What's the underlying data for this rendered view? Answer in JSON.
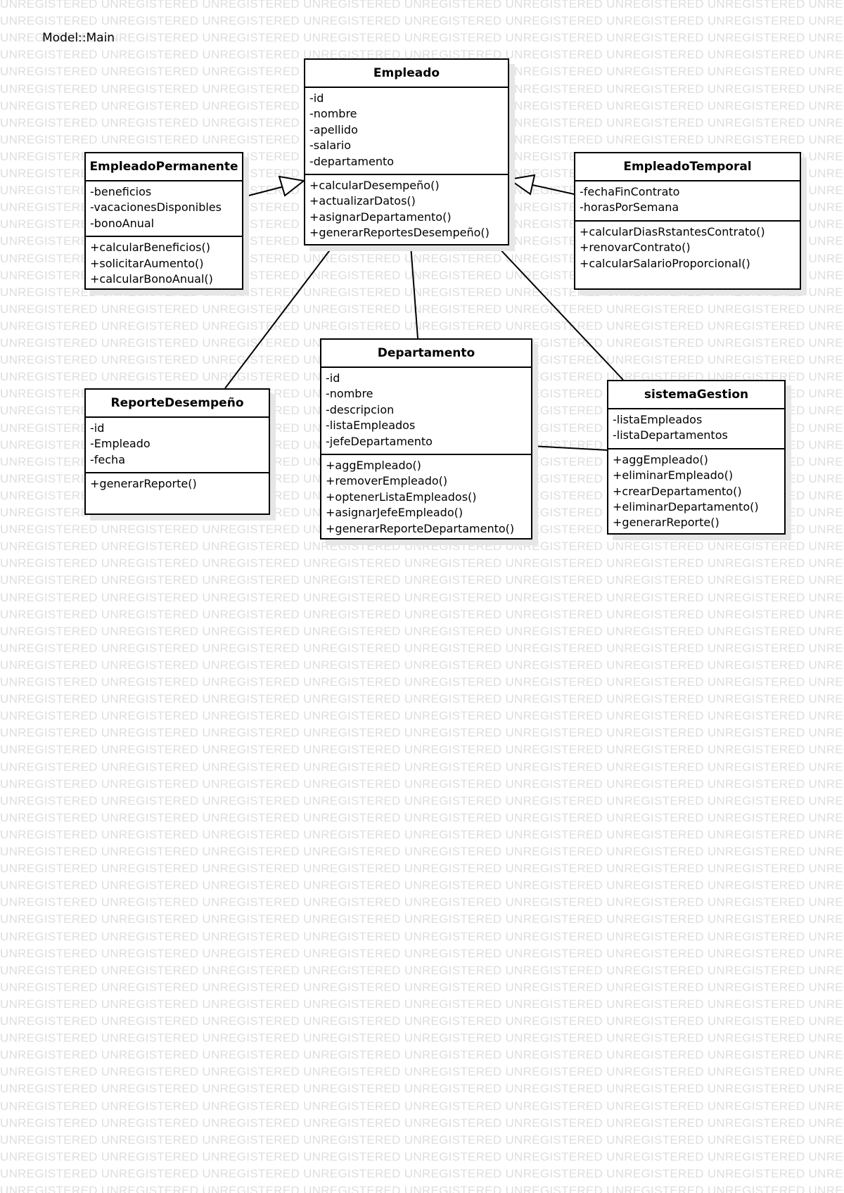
{
  "watermark": "UNREGISTERED",
  "model_title": "Model::Main",
  "classes": {
    "empleado": {
      "name": "Empleado",
      "attributes": [
        "-id",
        "-nombre",
        "-apellido",
        "-salario",
        "-departamento"
      ],
      "operations": [
        "+calcularDesempeño()",
        "+actualizarDatos()",
        "+asignarDepartamento()",
        "+generarReportesDesempeño()"
      ]
    },
    "empleado_permanente": {
      "name": "EmpleadoPermanente",
      "attributes": [
        "-beneficios",
        "-vacacionesDisponibles",
        "-bonoAnual"
      ],
      "operations": [
        "+calcularBeneficios()",
        "+solicitarAumento()",
        "+calcularBonoAnual()"
      ]
    },
    "empleado_temporal": {
      "name": "EmpleadoTemporal",
      "attributes": [
        "-fechaFinContrato",
        "-horasPorSemana"
      ],
      "operations": [
        "+calcularDiasRstantesContrato()",
        "+renovarContrato()",
        "+calcularSalarioProporcional()"
      ]
    },
    "departamento": {
      "name": "Departamento",
      "attributes": [
        "-id",
        "-nombre",
        "-descripcion",
        "-listaEmpleados",
        "-jefeDepartamento"
      ],
      "operations": [
        "+aggEmpleado()",
        "+removerEmpleado()",
        "+optenerListaEmpleados()",
        "+asignarJefeEmpleado()",
        "+generarReporteDepartamento()"
      ]
    },
    "reporte_desempeno": {
      "name": "ReporteDesempeño",
      "attributes": [
        "-id",
        "-Empleado",
        "-fecha"
      ],
      "operations": [
        "+generarReporte()"
      ]
    },
    "sistema_gestion": {
      "name": "sistemaGestion",
      "attributes": [
        "-listaEmpleados",
        "-listaDepartamentos"
      ],
      "operations": [
        "+aggEmpleado()",
        "+eliminarEmpleado()",
        "+crearDepartamento()",
        "+eliminarDepartamento()",
        "+generarReporte()"
      ]
    }
  }
}
